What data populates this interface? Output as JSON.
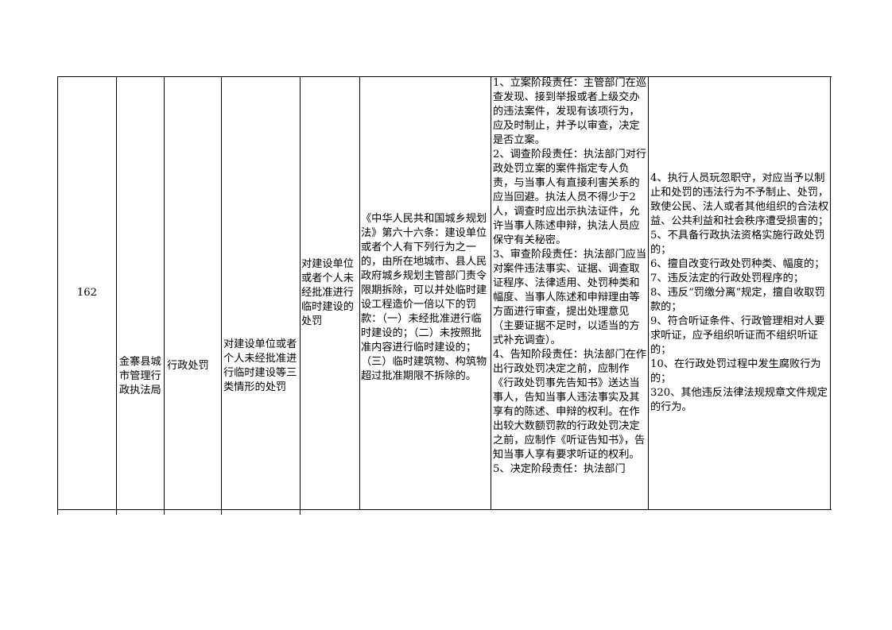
{
  "row": {
    "number": "162",
    "department": "金寨县城市管理行政执法局",
    "category": "行政处罚",
    "item_name": "对建设单位或者个人未经批准进行临时建设等三类情形的处罚",
    "sub_item": "对建设单位或者个人未经批准进行临时建设的处罚",
    "legal_basis": "《中华人民共和国城乡规划法》第六十六条：建设单位或者个人有下列行为之一的，由所在地城市、县人民政府城乡规划主管部门责令限期拆除，可以并处临时建设工程造价一倍以下的罚款：（一）未经批准进行临时建设的；（二）未按照批准内容进行临时建设的；（三）临时建筑物、构筑物超过批准期限不拆除的。",
    "responsibility": "1、立案阶段责任：主管部门在巡查发现、接到举报或者上级交办的违法案件，发现有该项行为，应及时制止，并予以审查，决定是否立案。\n2、调查阶段责任：执法部门对行政处罚立案的案件指定专人负责，与当事人有直接利害关系的应当回避。执法人员不得少于2人，调查时应出示执法证件，允许当事人陈述申辩，执法人员应保守有关秘密。\n3、审查阶段责任：执法部门应当对案件违法事实、证据、调查取证程序、法律适用、处罚种类和幅度、当事人陈述和申辩理由等方面进行审查，提出处理意见（主要证据不足时，以适当的方式补充调查）。\n4、告知阶段责任：执法部门在作出行政处罚决定之前，应制作《行政处罚事先告知书》送达当事人，告知当事人违法事实及其享有的陈述、申辩的权利。在作出较大数额罚款的行政处罚决定之前，应制作《听证告知书》，告知当事人享有要求听证的权利。\n5、决定阶段责任：执法部门",
    "accountability": "4、执行人员玩忽职守，对应当予以制止和处罚的违法行为不予制止、处罚，致使公民、法人或者其他组织的合法权益、公共利益和社会秩序遭受损害的；\n5、不具备行政执法资格实施行政处罚的；\n6、擅自改变行政处罚种类、幅度的；\n7、违反法定的行政处罚程序的；\n8、违反“罚缴分离”规定，擅自收取罚款的；\n9、符合听证条件、行政管理相对人要求听证，应予组织听证而不组织听证的；\n10、在行政处罚过程中发生腐败行为的；\n320、其他违反法律法规规章文件规定的行为。"
  }
}
